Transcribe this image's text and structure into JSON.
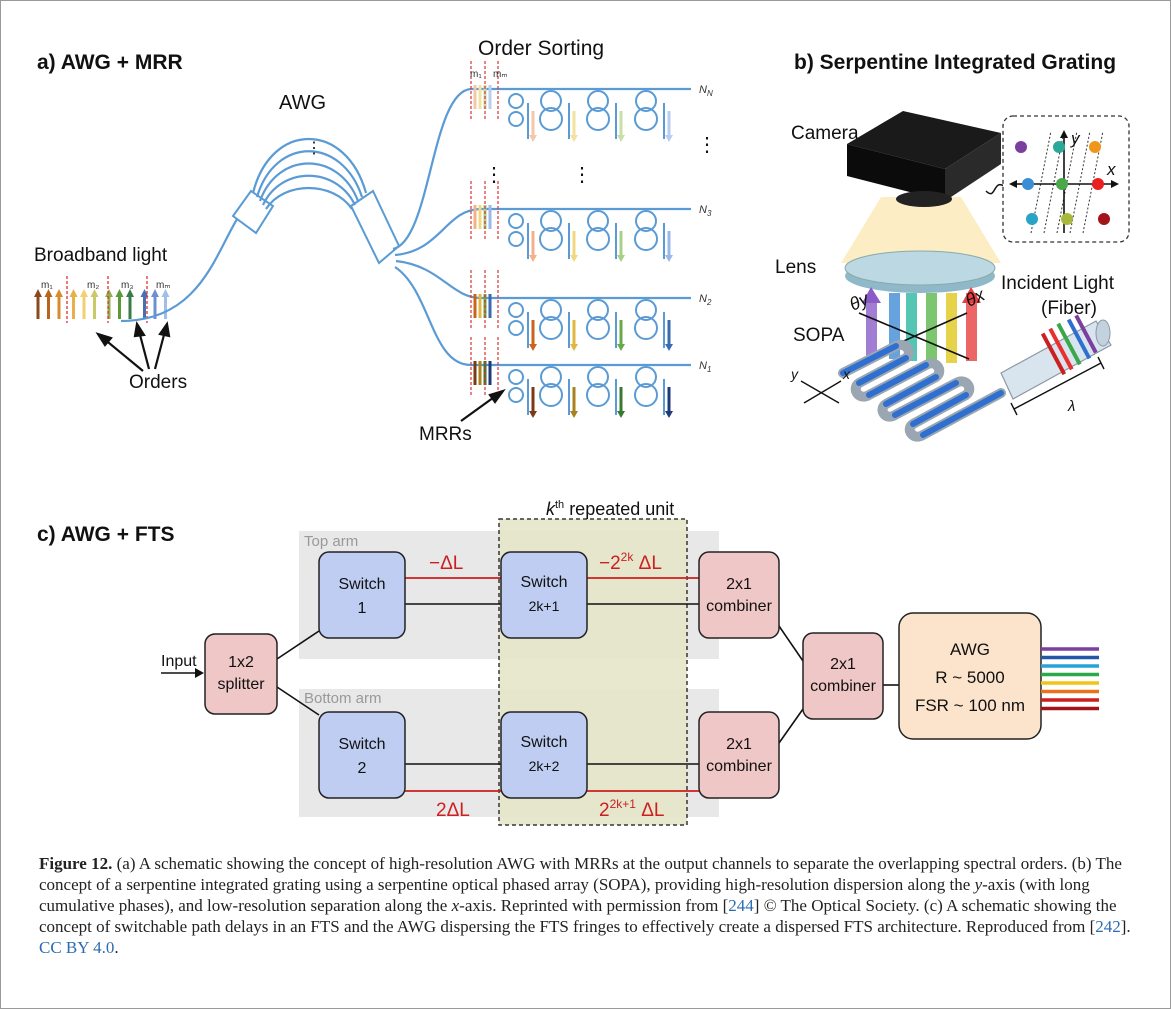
{
  "panel_a": {
    "title": "a) AWG + MRR",
    "awg_label": "AWG",
    "order_sorting_label": "Order Sorting",
    "broadband_label": "Broadband light",
    "orders_label": "Orders",
    "mrrs_label": "MRRs",
    "order_labels": [
      "m₁",
      "m₂",
      "m₃",
      "mₘ"
    ],
    "top_labels": [
      "m₁",
      "mₘ"
    ],
    "channel_labels": [
      "N_N",
      "N₃",
      "N₂",
      "N₁"
    ],
    "channel_base": [
      "N",
      "N",
      "N",
      "N"
    ],
    "channel_sub": [
      "N",
      "3",
      "2",
      "1"
    ],
    "vdots": "⋮"
  },
  "panel_b": {
    "title": "b) Serpentine Integrated Grating",
    "camera_label": "Camera",
    "lens_label": "Lens",
    "sopa_label": "SOPA",
    "incident_label_1": "Incident Light",
    "incident_label_2": "(Fiber)",
    "theta_y": "θy",
    "theta_x": "θx",
    "axis_x": "x",
    "axis_y": "y",
    "lambda": "λ"
  },
  "panel_c": {
    "title": "c) AWG + FTS",
    "repeated_unit": "k",
    "repeated_unit_sup": "th",
    "repeated_unit_rest": " repeated unit",
    "top_arm": "Top arm",
    "bottom_arm": "Bottom arm",
    "input": "Input",
    "splitter": [
      "1x2",
      "splitter"
    ],
    "switch1": [
      "Switch",
      "1"
    ],
    "switch2": [
      "Switch",
      "2"
    ],
    "switch2k1": [
      "Switch",
      "2k+1"
    ],
    "switch2k2": [
      "Switch",
      "2k+2"
    ],
    "combiner": [
      "2x1",
      "combiner"
    ],
    "awg": [
      "AWG",
      "R ~ 5000",
      "FSR ~ 100 nm"
    ],
    "delay_top1": "−ΔL",
    "delay_top2": "−2",
    "delay_top2_sup": "2k",
    "delay_top2_rest": " ΔL",
    "delay_bot1": "2ΔL",
    "delay_bot2": "2",
    "delay_bot2_sup": "2k+1",
    "delay_bot2_rest": " ΔL",
    "output_colors": [
      "#7b3fa0",
      "#2457a6",
      "#29a3d6",
      "#2ba84a",
      "#f2c318",
      "#e8731c",
      "#cc1f1f",
      "#a3141a"
    ]
  },
  "caption": {
    "fig": "Figure 12.",
    "text1": " (a) A schematic showing the concept of high-resolution AWG with MRRs at the output channels to separate the overlapping spectral orders. (b) The concept of a serpentine integrated grating using a serpentine optical phased array (SOPA), providing high-resolution dispersion along the ",
    "y": "y",
    "text2": "-axis (with long cumulative phases), and low-resolution separation along the ",
    "x": "x",
    "text3": "-axis. Reprinted with permission from [",
    "ref1": "244",
    "text4": "] © The Optical Society. (c) A schematic showing the concept of switchable path delays in an FTS and the AWG dispersing the FTS fringes to effectively create a dispersed FTS architecture. Reproduced from [",
    "ref2": "242",
    "text5": "]. ",
    "license": "CC BY 4.0",
    "text6": "."
  }
}
